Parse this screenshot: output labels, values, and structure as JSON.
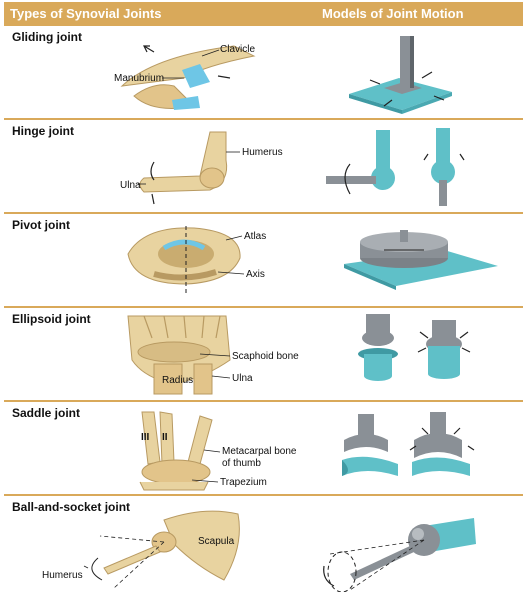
{
  "header": {
    "left_title": "Types of Synovial Joints",
    "right_title": "Models of Joint Motion"
  },
  "panels": [
    {
      "title": "Gliding joint",
      "labels": {
        "clavicle": "Clavicle",
        "manubrium": "Manubrium"
      }
    },
    {
      "title": "Hinge joint",
      "labels": {
        "humerus": "Humerus",
        "ulna": "Ulna"
      }
    },
    {
      "title": "Pivot joint",
      "labels": {
        "atlas": "Atlas",
        "axis": "Axis"
      }
    },
    {
      "title": "Ellipsoid joint",
      "labels": {
        "scaphoid": "Scaphoid bone",
        "radius": "Radius",
        "ulna": "Ulna"
      }
    },
    {
      "title": "Saddle joint",
      "labels": {
        "iii": "III",
        "ii": "II",
        "metacarpal_1": "Metacarpal bone",
        "metacarpal_2": "of thumb",
        "trapezium": "Trapezium"
      }
    },
    {
      "title": "Ball-and-socket joint",
      "labels": {
        "scapula": "Scapula",
        "humerus": "Humerus"
      }
    }
  ],
  "colors": {
    "header": "#d9a95a",
    "bone": "#e8d3a0",
    "cartilage": "#6ec6e6",
    "model_cyan": "#5fc0c8",
    "model_gray": "#8a9096"
  }
}
